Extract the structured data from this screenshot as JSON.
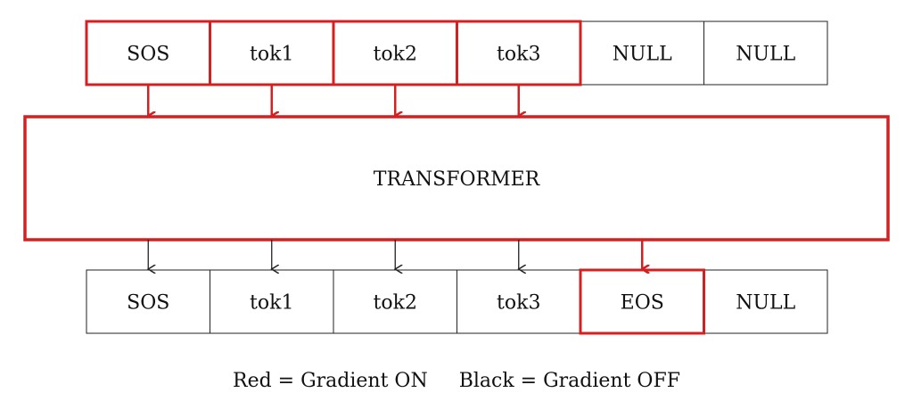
{
  "input_tokens": [
    {
      "label": "SOS",
      "gradient": true
    },
    {
      "label": "tok1",
      "gradient": true
    },
    {
      "label": "tok2",
      "gradient": true
    },
    {
      "label": "tok3",
      "gradient": true
    },
    {
      "label": "NULL",
      "gradient": false
    },
    {
      "label": "NULL",
      "gradient": false
    }
  ],
  "transformer": {
    "label": "TRANSFORMER",
    "gradient": true
  },
  "output_tokens": [
    {
      "label": "SOS",
      "gradient": false
    },
    {
      "label": "tok1",
      "gradient": false
    },
    {
      "label": "tok2",
      "gradient": false
    },
    {
      "label": "tok3",
      "gradient": false
    },
    {
      "label": "EOS",
      "gradient": true
    },
    {
      "label": "NULL",
      "gradient": false
    }
  ],
  "input_arrows_gradient": [
    true,
    true,
    true,
    true
  ],
  "output_arrows_gradient": [
    false,
    false,
    false,
    false,
    true
  ],
  "legend": "Red = Gradient ON     Black = Gradient OFF",
  "colors": {
    "gradient_on": "#d42020",
    "gradient_off": "#222222"
  }
}
